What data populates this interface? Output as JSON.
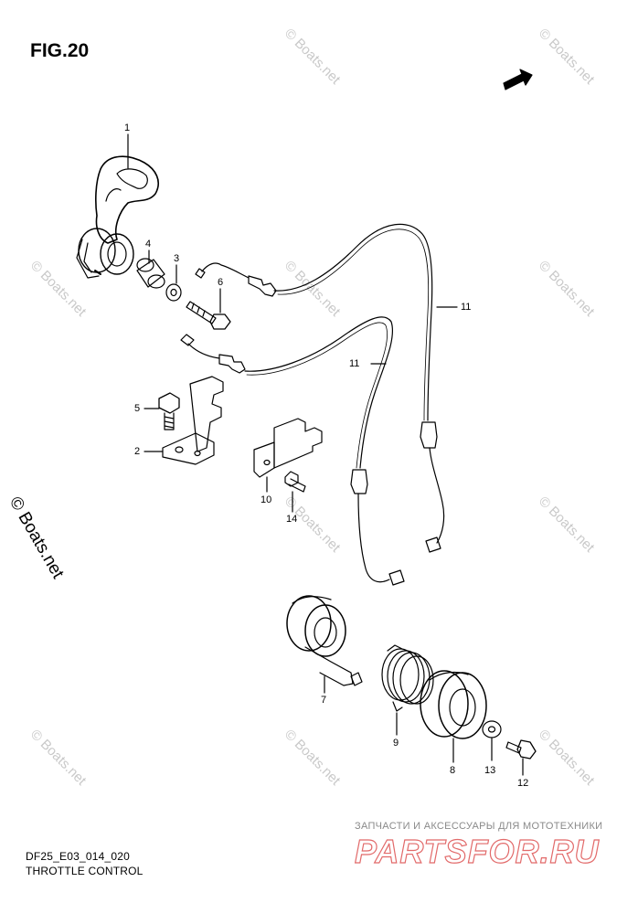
{
  "figure_title": "FIG.20",
  "direction_marker": "FWD",
  "watermark_text": "© Boats.net",
  "side_watermark_text": "© Boats.net",
  "callouts": {
    "c1": "1",
    "c2": "2",
    "c3": "3",
    "c4": "4",
    "c5": "5",
    "c6": "6",
    "c7": "7",
    "c8": "8",
    "c9": "9",
    "c10": "10",
    "c11a": "11",
    "c11b": "11",
    "c12": "12",
    "c13": "13",
    "c14": "14"
  },
  "footer": {
    "code": "DF25_E03_014_020",
    "name": "THROTTLE CONTROL"
  },
  "brand": {
    "tagline": "ЗАПЧАСТИ И АКСЕССУАРЫ ДЛЯ МОТОТЕХНИКИ",
    "logo": "PARTSFOR.RU"
  },
  "colors": {
    "line": "#000000",
    "watermark": "#c9c9c9",
    "brand_red": "#e26a6a"
  }
}
